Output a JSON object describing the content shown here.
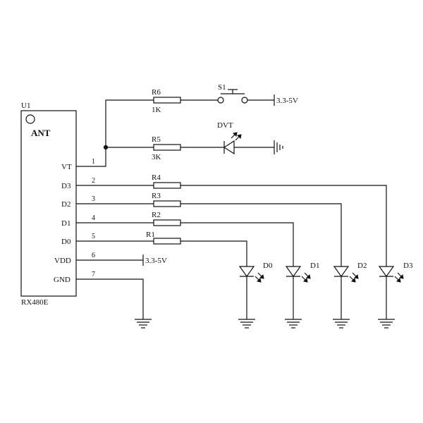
{
  "module": {
    "ref": "U1",
    "part": "RX480E",
    "antenna_label": "ANT",
    "pins": [
      {
        "num": "1",
        "name": "VT"
      },
      {
        "num": "2",
        "name": "D3"
      },
      {
        "num": "3",
        "name": "D2"
      },
      {
        "num": "4",
        "name": "D1"
      },
      {
        "num": "5",
        "name": "D0"
      },
      {
        "num": "6",
        "name": "VDD"
      },
      {
        "num": "7",
        "name": "GND"
      }
    ]
  },
  "switch": {
    "ref": "S1",
    "supply": "3.3-5V"
  },
  "resistors": [
    {
      "ref": "R6",
      "value": "1K"
    },
    {
      "ref": "R5",
      "value": "3K"
    },
    {
      "ref": "R4",
      "value": ""
    },
    {
      "ref": "R3",
      "value": ""
    },
    {
      "ref": "R2",
      "value": ""
    },
    {
      "ref": "R1",
      "value": ""
    }
  ],
  "indicator_led": {
    "ref": "DVT"
  },
  "vdd_supply": "3.3-5V",
  "output_leds": [
    {
      "ref": "D0"
    },
    {
      "ref": "D1"
    },
    {
      "ref": "D2"
    },
    {
      "ref": "D3"
    }
  ]
}
